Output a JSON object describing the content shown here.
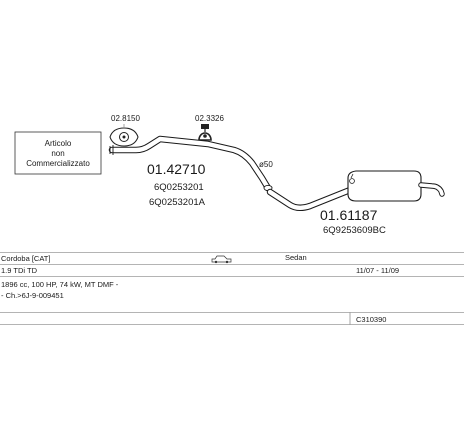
{
  "notice": {
    "line1": "Articolo",
    "line2": "non",
    "line3": "Commercializzato"
  },
  "fittings": [
    {
      "code": "02.8150",
      "icon": "rubber-mount-icon"
    },
    {
      "code": "02.3326",
      "icon": "hanger-clamp-icon"
    }
  ],
  "parts": [
    {
      "number": "01.42710",
      "oe": [
        "6Q0253201",
        "6Q0253201A"
      ]
    },
    {
      "number": "01.61187",
      "oe": [
        "6Q9253609BC"
      ]
    }
  ],
  "pipe_diameter": "ø50",
  "table": {
    "model": "Cordoba [CAT]",
    "body_style": "Sedan",
    "engine": "1.9 TDi TD",
    "production": "11/07 - 11/09",
    "specs": "1896 cc, 100 HP, 74 kW, MT DMF -",
    "chassis": "- Ch.>6J-9-009451",
    "kit_code": "C310390"
  }
}
